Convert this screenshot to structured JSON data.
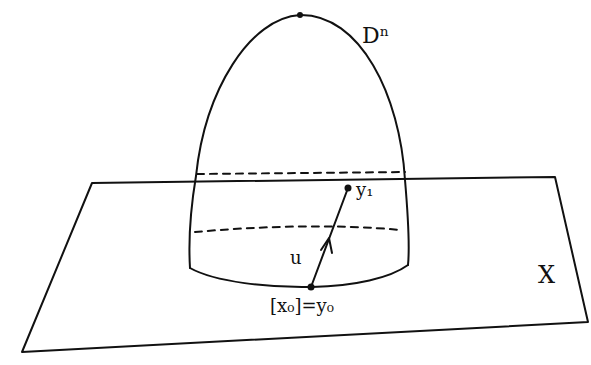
{
  "diagram": {
    "labels": [
      "Dⁿ",
      "X",
      "y₁",
      "u",
      "[x₀]=y₀"
    ]
  }
}
